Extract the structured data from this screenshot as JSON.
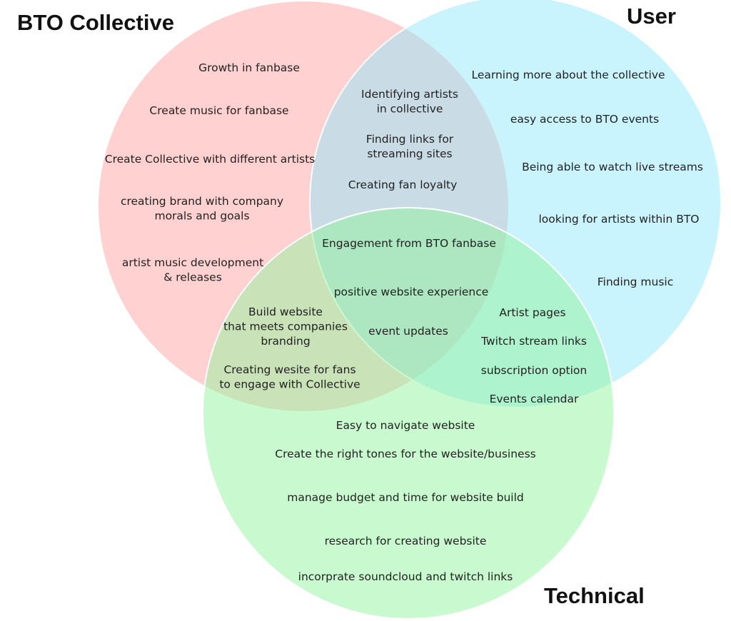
{
  "colors": {
    "bto_collective": "#ff9e9e",
    "user": "#8ee6fb",
    "technical": "#8ef59a",
    "stroke": "#ffffff"
  },
  "sets": {
    "bto_collective": "BTO Collective",
    "user": "User",
    "technical": "Technical"
  },
  "regions": {
    "bto_only": [
      "Growth in fanbase",
      "Create music for fanbase",
      "Create Collective with different artists",
      "creating brand with company morals and goals",
      "artist music development & releases"
    ],
    "bto_user": [
      "Identifying artists in collective",
      "Finding links for streaming sites",
      "Creating fan loyalty"
    ],
    "user_only": [
      "Learning more about the collective",
      "easy access to BTO events",
      "Being able to watch live streams",
      "looking for artists within BTO",
      "Finding music"
    ],
    "all_three": [
      "Engagement from BTO fanbase",
      "positive website experience",
      "event updates"
    ],
    "bto_technical": [
      "Build website that meets companies branding",
      "Creating wesite for fans to engage with Collective"
    ],
    "user_technical": [
      "Artist pages",
      "Twitch stream links",
      "subscription option",
      "Events calendar"
    ],
    "technical_only": [
      "Easy to navigate website",
      "Create the right tones for the website/business",
      "manage budget and time for website build",
      "research for creating website",
      "incorprate soundcloud and twitch links"
    ]
  }
}
